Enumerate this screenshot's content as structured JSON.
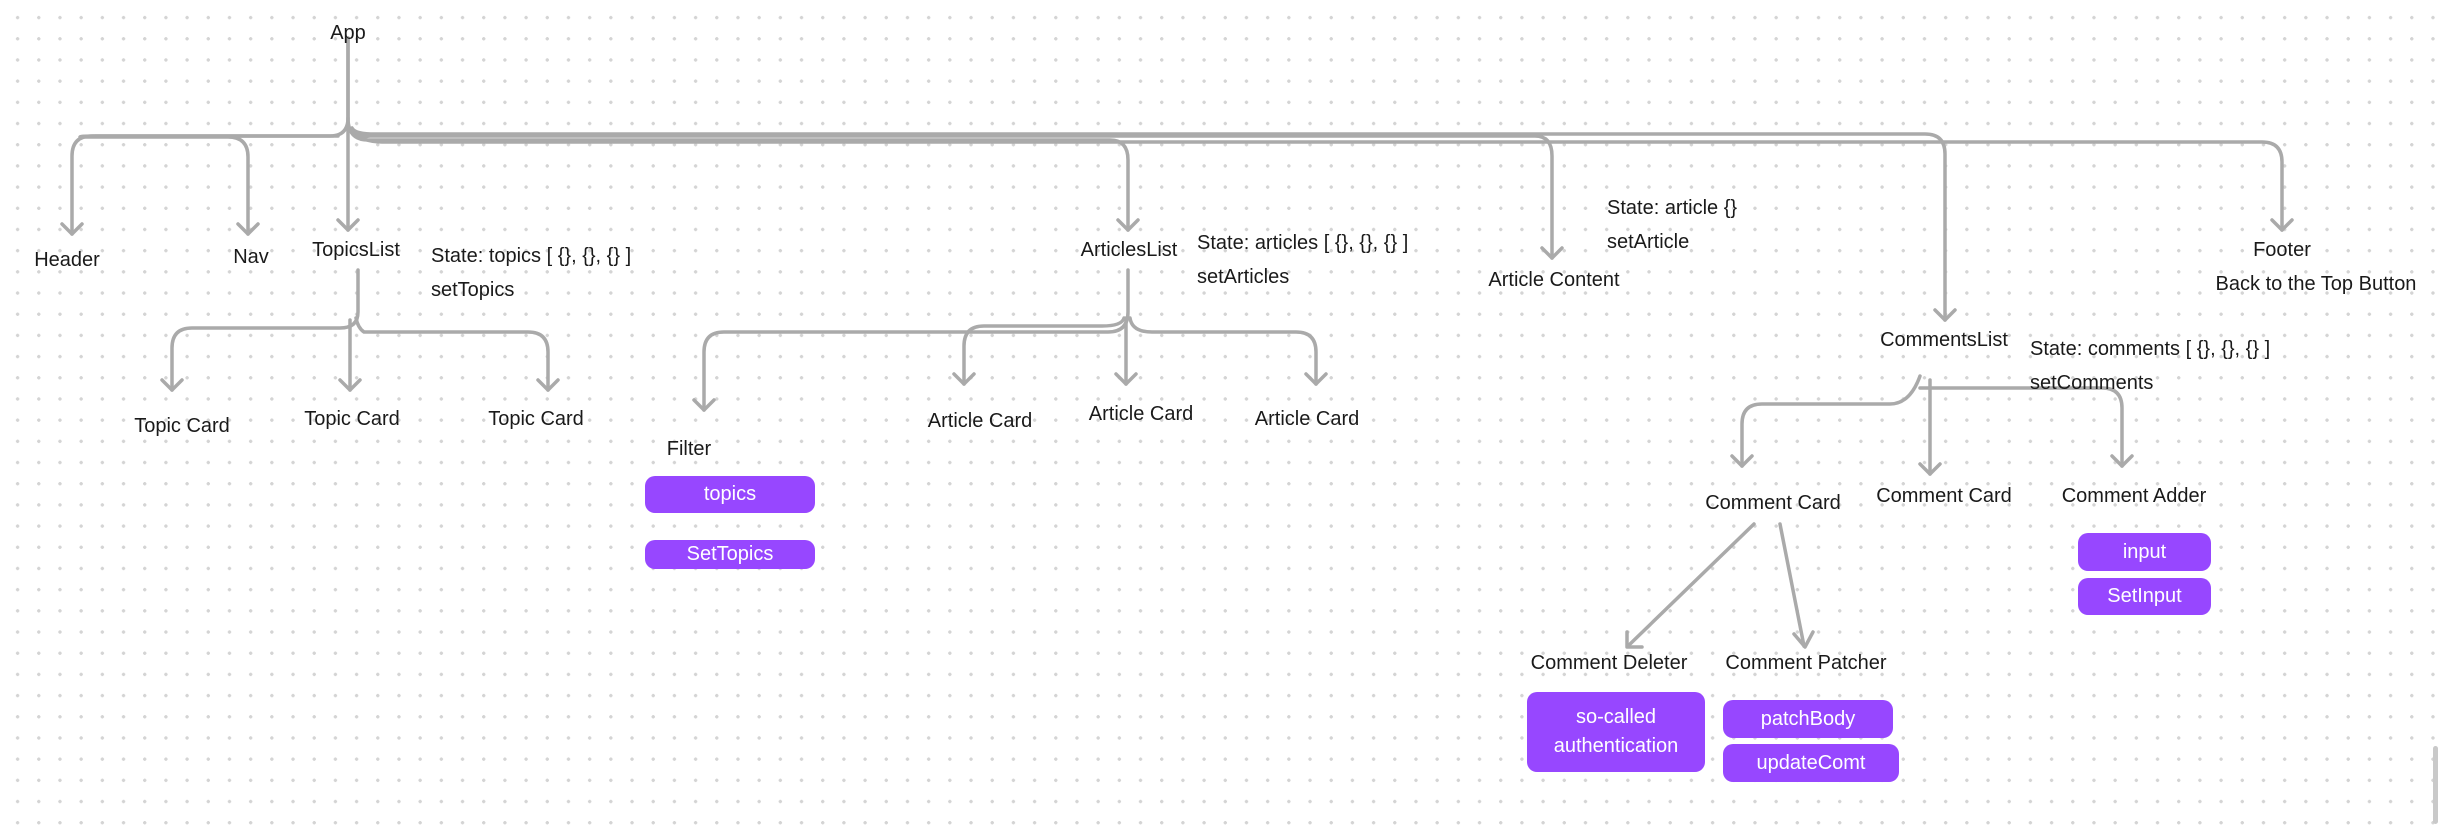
{
  "diagram": {
    "nodes": {
      "app": "App",
      "header": "Header",
      "nav": "Nav",
      "topics_list": "TopicsList",
      "topic_card_1": "Topic Card",
      "topic_card_2": "Topic Card",
      "topic_card_3": "Topic Card",
      "articles_list": "ArticlesList",
      "filter": "Filter",
      "article_card_1": "Article Card",
      "article_card_2": "Article Card",
      "article_card_3": "Article Card",
      "article_content": "Article Content",
      "comments_list": "CommentsList",
      "comment_card_1": "Comment Card",
      "comment_card_2": "Comment Card",
      "comment_adder": "Comment Adder",
      "comment_deleter": "Comment Deleter",
      "comment_patcher": "Comment Patcher",
      "footer": "Footer",
      "back_to_top": "Back to the Top Button"
    },
    "state_notes": {
      "topics": [
        "State: topics [ {}, {}, {} ]",
        "setTopics"
      ],
      "articles": [
        "State: articles [ {}, {}, {} ]",
        "setArticles"
      ],
      "article": [
        "State: article {}",
        "setArticle"
      ],
      "comments": [
        "State: comments [ {}, {}, {} ]",
        "setComments"
      ]
    },
    "tags": {
      "filter_topics": "topics",
      "filter_set_topics": "SetTopics",
      "adder_input": "input",
      "adder_set_input": "SetInput",
      "deleter_auth": "so-called authentication",
      "patcher_patch_body": "patchBody",
      "patcher_update_comt": "updateComt"
    },
    "colors": {
      "edge": "#aaaaaa",
      "tag_fill": "#9747ff",
      "tag_text": "#ffffff",
      "text": "#1a1a1a"
    }
  }
}
